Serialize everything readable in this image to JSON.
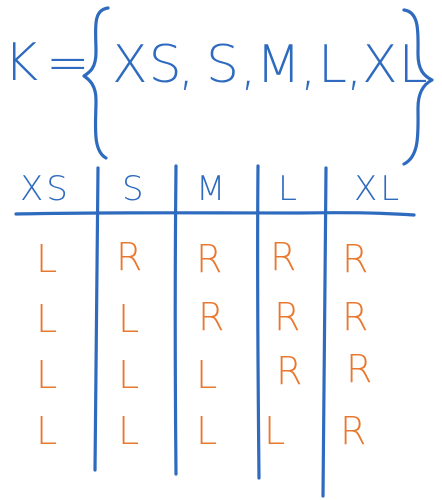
{
  "set_definition": {
    "lhs": "K",
    "equals": "=",
    "open_brace": "{",
    "close_brace": "}",
    "members": [
      "XS",
      "S",
      "M",
      "L",
      "XL"
    ],
    "separator": ","
  },
  "table": {
    "headers": [
      "XS",
      "S",
      "M",
      "L",
      "XL"
    ],
    "rows": [
      [
        "L",
        "R",
        "R",
        "R",
        "R"
      ],
      [
        "L",
        "L",
        "R",
        "R",
        "R"
      ],
      [
        "L",
        "L",
        "L",
        "R",
        "R"
      ],
      [
        "L",
        "L",
        "L",
        "L",
        "R"
      ]
    ]
  },
  "colors": {
    "ink_blue": "#2e6bbf",
    "ink_orange": "#e8782e",
    "background": "#ffffff"
  }
}
